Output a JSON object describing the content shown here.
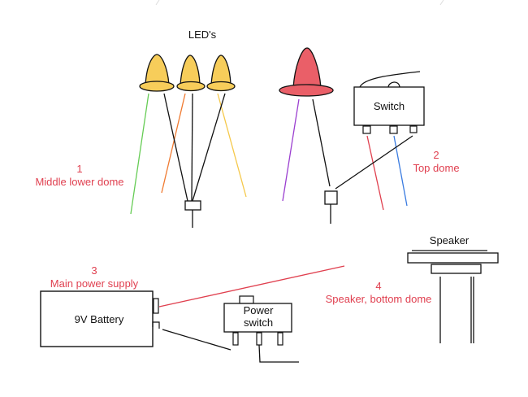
{
  "title": "LED's",
  "colors": {
    "led_yellow": "#f7cd5a",
    "led_red": "#ea5f68",
    "label_red": "#e04050",
    "wire_green": "#66cc55",
    "wire_orange": "#f07a30",
    "wire_yellow": "#f5c84a",
    "wire_purple": "#9b3fd0",
    "wire_red": "#e0404f",
    "wire_blue": "#3a7be0",
    "wire_black": "#111111"
  },
  "components": {
    "switch": {
      "label": "Switch"
    },
    "speaker": {
      "label": "Speaker"
    },
    "battery": {
      "label": "9V Battery"
    },
    "power_switch": {
      "label_line1": "Power",
      "label_line2": "switch"
    }
  },
  "annotations": [
    {
      "number": "1",
      "text": "Middle lower dome"
    },
    {
      "number": "2",
      "text": "Top dome"
    },
    {
      "number": "3",
      "text": "Main power supply"
    },
    {
      "number": "4",
      "text": "Speaker, bottom dome"
    }
  ],
  "leds": [
    {
      "name": "yellow-led-1",
      "color": "yellow"
    },
    {
      "name": "yellow-led-2",
      "color": "yellow"
    },
    {
      "name": "yellow-led-3",
      "color": "yellow"
    },
    {
      "name": "red-led",
      "color": "red"
    }
  ]
}
